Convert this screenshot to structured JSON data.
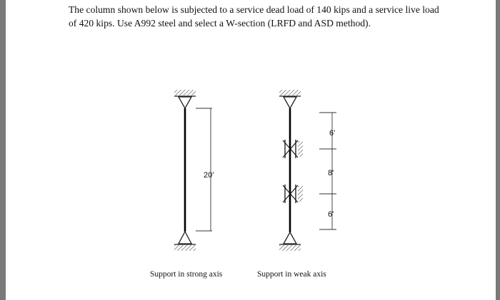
{
  "problem": {
    "line1": "The column shown below is subjected to a service dead load of 140 kips and a service live load",
    "line2": "of 420 kips. Use A992 steel and select a W-section (LRFD and ASD method)."
  },
  "figure": {
    "strong_axis": {
      "length_label": "20'",
      "caption": "Support in strong axis"
    },
    "weak_axis": {
      "segment_top": "6'",
      "segment_middle": "8'",
      "segment_bottom": "6'",
      "caption": "Support in weak axis"
    }
  }
}
